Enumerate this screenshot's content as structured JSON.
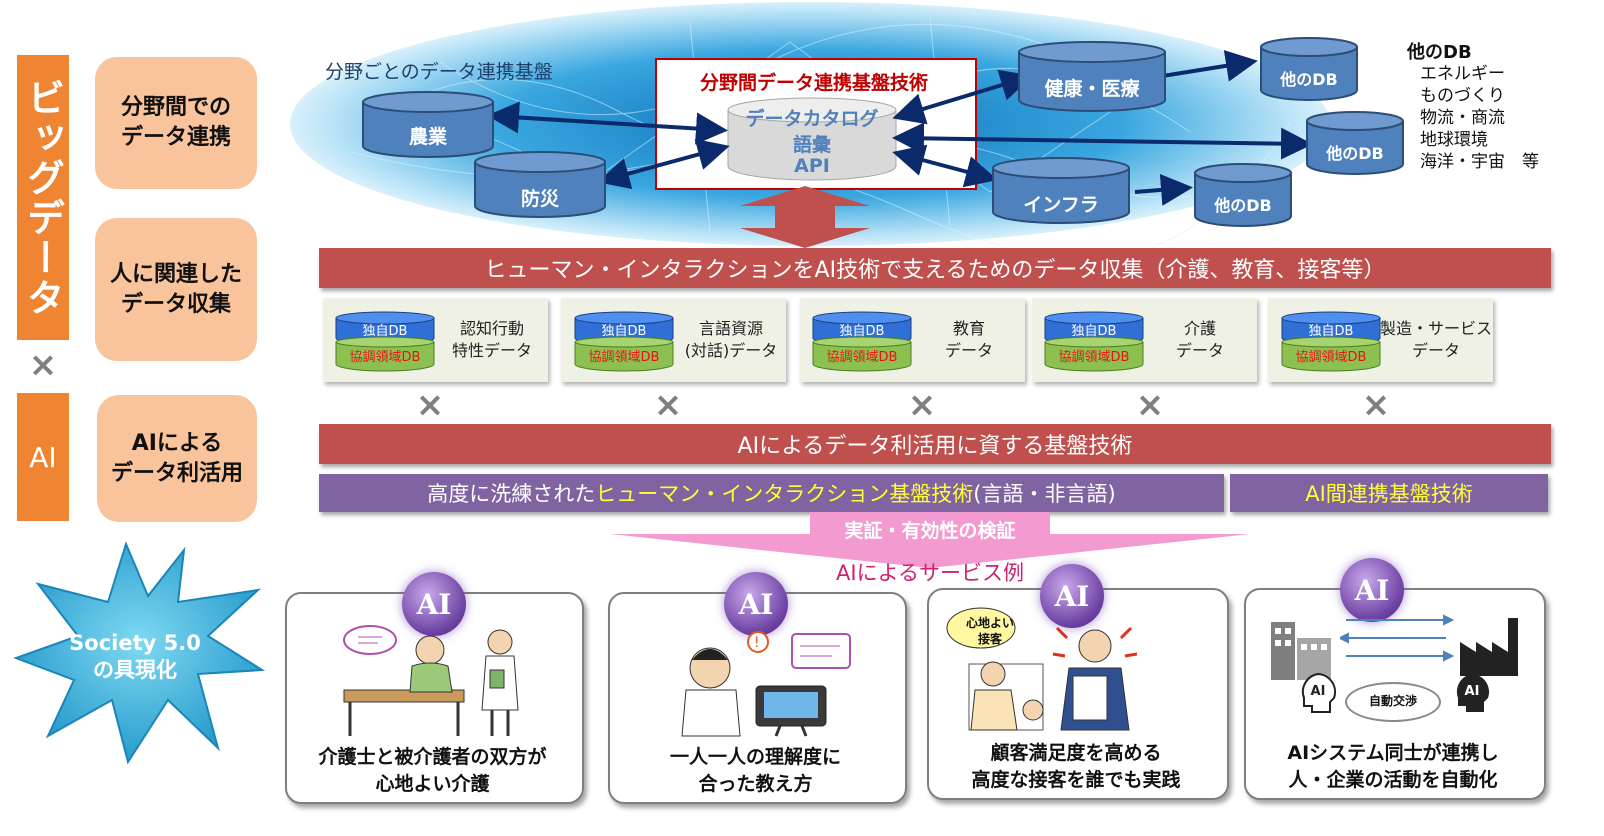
{
  "left": {
    "bigdata_label": "ビッグデータ",
    "cross": "×",
    "ai_label": "AI",
    "boxes": [
      "分野間での\nデータ連携",
      "人に関連した\nデータ収集",
      "AIによる\nデータ利活用"
    ],
    "society_label": "Society 5.0\nの具現化"
  },
  "top": {
    "platform_label": "分野ごとのデータ連携基盤",
    "core_title": "分野間データ連携基盤技術",
    "core_items": [
      "データカタログ",
      "語彙",
      "API"
    ],
    "domains": [
      "農業",
      "防災",
      "健康・医療",
      "インフラ"
    ],
    "other_db_label": "他のDB",
    "other_db_list_title": "他のDB",
    "other_db_list": "エネルギー\nものづくり\n物流・商流\n地球環境\n海洋・宇宙　等"
  },
  "collection": {
    "banner": "ヒューマン・インタラクションをAI技術で支えるためのデータ収集（介護、教育、接客等）",
    "own_db": "独自DB",
    "coop_db": "協調領域DB",
    "items": [
      "認知行動\n特性データ",
      "言語資源\n(対話)データ",
      "教育\nデータ",
      "介護\nデータ",
      "製造・サービス\nデータ"
    ],
    "cross": "×"
  },
  "tech": {
    "banner": "AIによるデータ利活用に資する基盤技術",
    "hi_prefix": "高度に洗練された",
    "hi_highlight": "ヒューマン・インタラクション基盤技術",
    "hi_suffix": "(言語・非言語)",
    "ai_link": "AI間連携基盤技術",
    "verify": "実証・有効性の検証",
    "services_title": "AIによるサービス例"
  },
  "services": {
    "badge": "AI",
    "cards": [
      "介護士と被介護者の双方が\n心地よい介護",
      "一人一人の理解度に\n合った教え方",
      "顧客満足度を高める\n高度な接客を誰でも実践",
      "AIシステム同士が連携し\n人・企業の活動を自動化"
    ],
    "speech_comfort": "心地よい\n接客",
    "auto_negotiation": "自動交渉",
    "ai_head": "AI"
  },
  "colors": {
    "orange": "#ef8533",
    "peach": "#f9c39c",
    "red": "#c0504d",
    "purple": "#8064a2",
    "db_blue": "#4f81bd",
    "network_blue": "#2b8fd8"
  }
}
